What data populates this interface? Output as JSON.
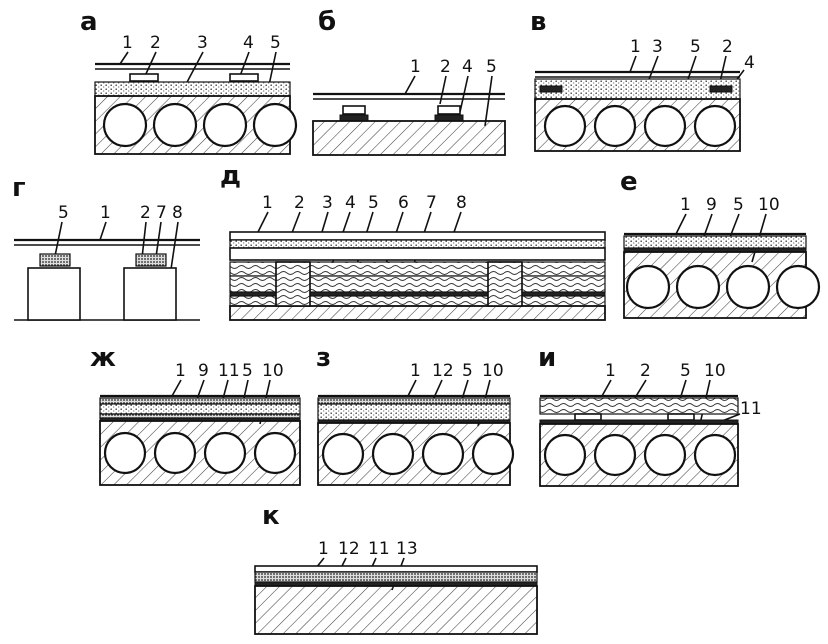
{
  "panels": [
    {
      "letter": "а",
      "callouts": [
        "1",
        "2",
        "3",
        "4",
        "5"
      ]
    },
    {
      "letter": "б",
      "callouts": [
        "1",
        "2",
        "4",
        "5"
      ]
    },
    {
      "letter": "в",
      "callouts": [
        "1",
        "3",
        "5",
        "2",
        "4"
      ]
    },
    {
      "letter": "г",
      "callouts": [
        "5",
        "1",
        "2",
        "7",
        "8"
      ]
    },
    {
      "letter": "д",
      "callouts": [
        "1",
        "2",
        "3",
        "4",
        "5",
        "6",
        "7",
        "8"
      ]
    },
    {
      "letter": "е",
      "callouts": [
        "1",
        "9",
        "5",
        "10"
      ]
    },
    {
      "letter": "ж",
      "callouts": [
        "1",
        "9",
        "11",
        "5",
        "10"
      ]
    },
    {
      "letter": "з",
      "callouts": [
        "1",
        "12",
        "5",
        "10"
      ]
    },
    {
      "letter": "и",
      "callouts": [
        "1",
        "2",
        "5",
        "10",
        "11"
      ]
    },
    {
      "letter": "к",
      "callouts": [
        "1",
        "12",
        "11",
        "13"
      ]
    }
  ]
}
